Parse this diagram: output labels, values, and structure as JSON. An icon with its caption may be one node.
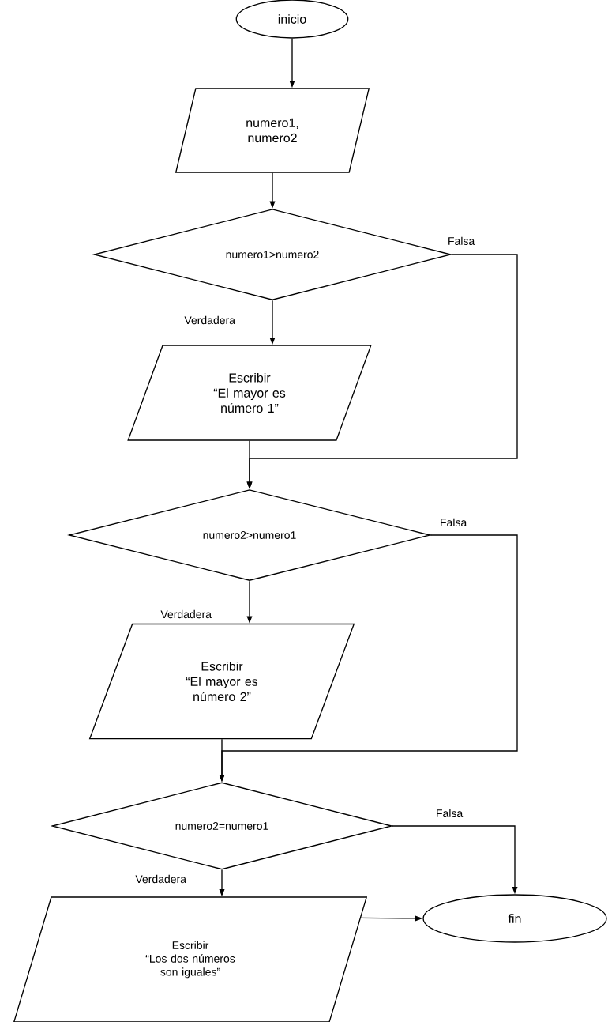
{
  "diagram": {
    "nodes": [
      {
        "text": [
          "inicio"
        ]
      },
      {
        "text": [
          "numero1, numero2"
        ]
      },
      {
        "text": [
          "numero1>numero2"
        ]
      },
      {
        "text": [
          "Escribir",
          "“El mayor es número 1”"
        ]
      },
      {
        "text": [
          "numero2>numero1"
        ]
      },
      {
        "text": [
          "Escribir",
          "“El mayor es número 2”"
        ]
      },
      {
        "text": [
          "numero2=numero1"
        ]
      },
      {
        "text": [
          "Escribir",
          "“Los dos números son iguales”"
        ]
      },
      {
        "text": [
          "fin"
        ]
      }
    ],
    "edges": [
      {
        "from": 0,
        "to": 1,
        "arrow": "to"
      },
      {
        "from": 1,
        "to": 2,
        "arrow": "to"
      },
      {
        "from": 2,
        "to": 3,
        "arrow": "to",
        "label": "Verdadera"
      },
      {
        "from": 2,
        "to": 4,
        "arrow": "to",
        "label": "Falsa"
      },
      {
        "from": 3,
        "to": 4,
        "arrow": "to"
      },
      {
        "from": 4,
        "to": 5,
        "arrow": "to",
        "label": "Verdadera"
      },
      {
        "from": 4,
        "to": 6,
        "arrow": "to",
        "label": "Falsa"
      },
      {
        "from": 5,
        "to": 6,
        "arrow": "to"
      },
      {
        "from": 6,
        "to": 7,
        "arrow": "to",
        "label": "Verdadera"
      },
      {
        "from": 6,
        "to": 8,
        "arrow": "to",
        "label": "Falsa"
      },
      {
        "from": 7,
        "to": 8,
        "arrow": "to"
      }
    ]
  }
}
